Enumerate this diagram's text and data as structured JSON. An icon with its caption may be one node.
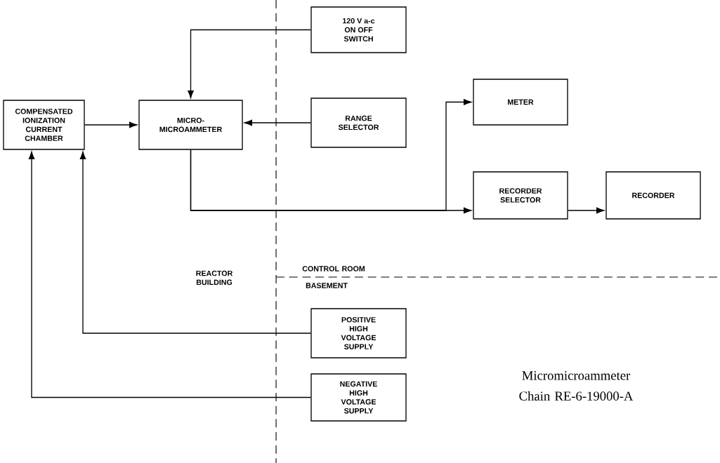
{
  "diagram": {
    "caption": "Micromicroammeter Chain RE-6-19000-A",
    "nodes": [
      {
        "text": [
          "COMPENSATED IONIZATION CURRENT CHAMBER"
        ]
      },
      {
        "text": [
          "MICRO- MICROAMMETER"
        ]
      },
      {
        "text": [
          "120 V a-c ON OFF SWITCH"
        ]
      },
      {
        "text": [
          "RANGE SELECTOR"
        ]
      },
      {
        "text": [
          "METER"
        ]
      },
      {
        "text": [
          "RECORDER SELECTOR"
        ]
      },
      {
        "text": [
          "RECORDER"
        ]
      },
      {
        "text": [
          "POSITIVE HIGH VOLTAGE SUPPLY"
        ]
      },
      {
        "text": [
          "NEGATIVE HIGH VOLTAGE SUPPLY"
        ]
      }
    ],
    "edges": [
      {
        "from": 0,
        "to": 1,
        "arrow": "to"
      },
      {
        "from": 2,
        "to": 1,
        "arrow": "to"
      },
      {
        "from": 3,
        "to": 1,
        "arrow": "to"
      },
      {
        "from": 1,
        "to": 4,
        "arrow": "to"
      },
      {
        "from": 1,
        "to": 5,
        "arrow": "to"
      },
      {
        "from": 5,
        "to": 6,
        "arrow": "to"
      },
      {
        "from": 7,
        "to": 0,
        "arrow": "to"
      },
      {
        "from": 8,
        "to": 0,
        "arrow": "to"
      }
    ],
    "labels": [
      "REACTOR BUILDING",
      "CONTROL ROOM",
      "BASEMENT"
    ]
  }
}
